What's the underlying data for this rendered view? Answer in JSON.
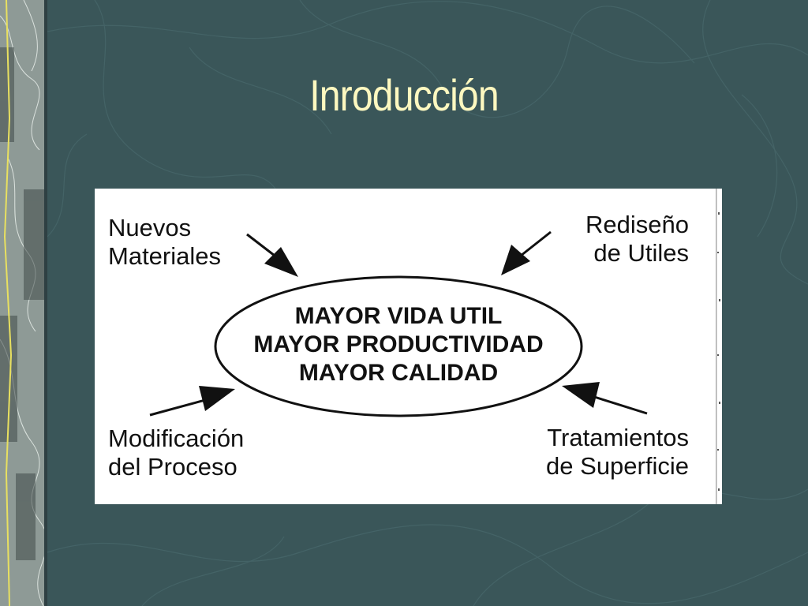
{
  "slide": {
    "title": "Inroducción"
  },
  "diagram": {
    "center_lines": [
      "MAYOR VIDA UTIL",
      "MAYOR PRODUCTIVIDAD",
      "MAYOR CALIDAD"
    ],
    "top_left_label": "Nuevos\nMateriales",
    "top_right_label": "Rediseño\nde Utiles",
    "bottom_left_label": "Modificación\ndel Proceso",
    "bottom_right_label": "Tratamientos\nde Superficie"
  },
  "colors": {
    "background": "#3a5659",
    "title": "#fdf8c0",
    "panel": "#ffffff",
    "ink": "#111111"
  }
}
